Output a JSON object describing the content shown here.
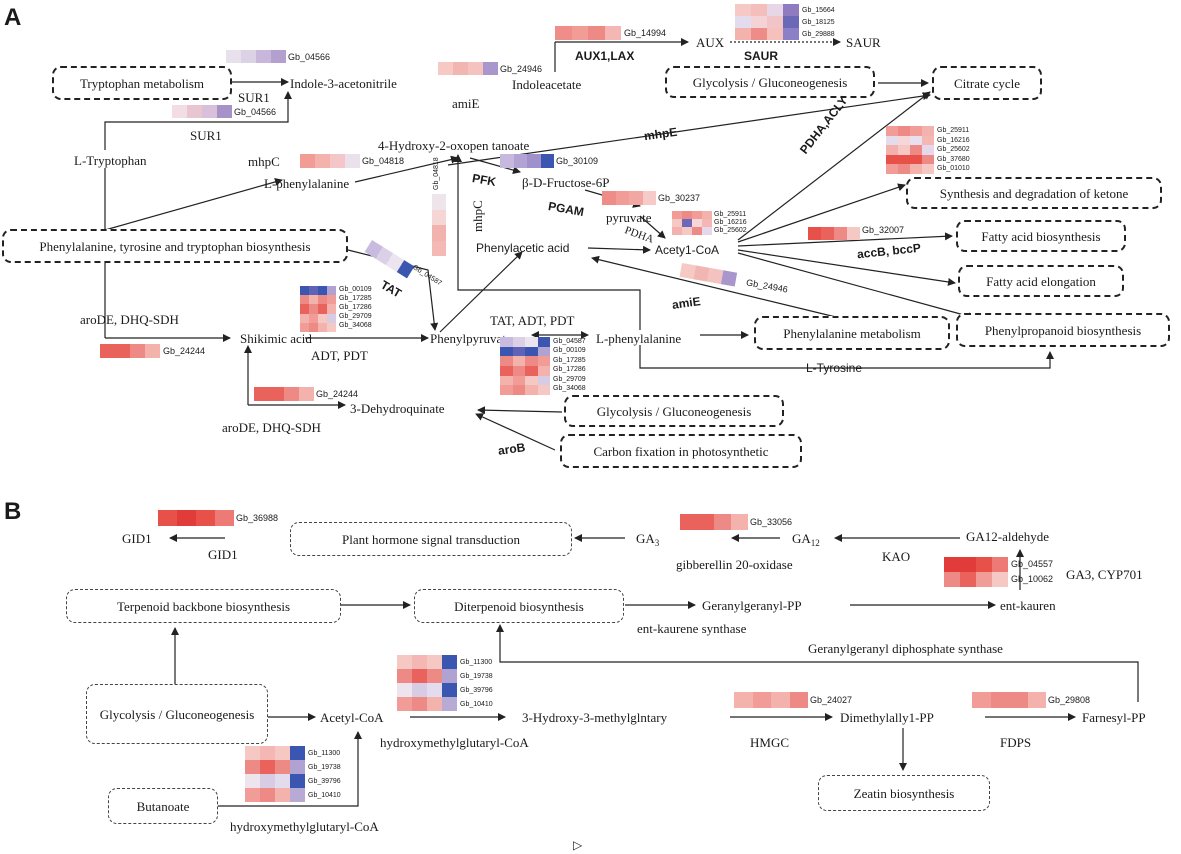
{
  "panels": {
    "a": "A",
    "b": "B"
  },
  "colors": {
    "high": "#e8504a",
    "low": "#3a56b0",
    "mid": "#f2d9e2",
    "arrow": "#222222"
  },
  "panelA": {
    "gene_tags": {
      "g04566a": "Gb_04566",
      "g04566b": "Gb_04566",
      "g24946a": "Gb_24946",
      "g14994": "Gb_14994",
      "g04818a": "Gb_04818",
      "g04818b": "Gb_04818",
      "g30109": "Gb_30109",
      "g30237": "Gb_30237",
      "g04587": "Gb_04587",
      "g24244a": "Gb_24244",
      "g24244b": "Gb_24244",
      "g32007": "Gb_32007",
      "g24946b": "Gb_24946"
    },
    "gene_lists": {
      "saur": [
        "Gb_15664",
        "Gb_18125",
        "Gb_29888"
      ],
      "pdhaAcly": [
        "Gb_25911",
        "Gb_16216",
        "Gb_25602",
        "Gb_37680",
        "Gb_01010"
      ],
      "pdha": [
        "Gb_25911",
        "Gb_16216",
        "Gb_25602"
      ],
      "tatLeft": [
        "Gb_00109",
        "Gb_17285",
        "Gb_17286",
        "Gb_29709",
        "Gb_34068"
      ],
      "tatMid": [
        "Gb_04587",
        "Gb_00109",
        "Gb_17285",
        "Gb_17286",
        "Gb_29709",
        "Gb_34068"
      ]
    },
    "labels": {
      "tryptophanMetabolism": "Tryptophan metabolism",
      "indoleAcetonitrile": "Indole-3-acetonitrile",
      "sur1a": "SUR1",
      "sur1b": "SUR1",
      "lTryptophan": "L-Tryptophan",
      "indoleacetate": "Indoleacetate",
      "amiE1": "amiE",
      "aux1lax": "AUX1,LAX",
      "aux": "AUX",
      "saurEnzyme": "SAUR",
      "saurProduct": "SAUR",
      "glycolysisTop": "Glycolysis / Gluconeogenesis",
      "citrateCycle": "Citrate cycle",
      "hydroxyOxopentanoate": "4-Hydroxy-2-oxopen tanoate",
      "mhpE": "mhpE",
      "mhpC1": "mhpC",
      "mhpC2": "mhpC",
      "lPhenylalanine1": "L-phenylalanine",
      "fructose6P": "β-D-Fructose-6P",
      "pfk": "PFK",
      "pgam": "PGAM",
      "pyruvate": "pyruvate",
      "pdhaAcly": "PDHA,ACLY",
      "pdha": "PDHA",
      "ketone": "Synthesis and degradation of ketone",
      "fattyAcidBio": "Fatty acid biosynthesis",
      "accB": "accB, bccP",
      "fattyAcidElong": "Fatty acid elongation",
      "pheTyrTrp": "Phenylalanine, tyrosine and tryptophan biosynthesis",
      "phenylacetic": "Phenylacetic acid",
      "acetylCoA": "Acety1-CoA",
      "tat": "TAT",
      "amiE2": "amiE",
      "aroDE1": "aroDE, DHQ-SDH",
      "shikimic": "Shikimic acid",
      "adtPdt": "ADT, PDT",
      "phenylpyruvate": "Phenylpyruvate",
      "tatAdtPdt": "TAT, ADT, PDT",
      "lPhenylalanine2": "L-phenylalanine",
      "pheMetabolism": "Phenylalanine metabolism",
      "phenylpropanoid": "Phenylpropanoid biosynthesis",
      "lTyrosine": "L-Tyrosine",
      "dehydroquinate": "3-Dehydroquinate",
      "aroDE2": "aroDE, DHQ-SDH",
      "glycolysisBottom": "Glycolysis / Gluconeogenesis",
      "aroB": "aroB",
      "carbonFixation": "Carbon fixation in photosynthetic"
    }
  },
  "panelB": {
    "gene_tags": {
      "g36988": "Gb_36988",
      "g33056": "Gb_33056",
      "g24027": "Gb_24027",
      "g29808": "Gb_29808"
    },
    "gene_lists": {
      "kao": [
        "Gb_04557",
        "Gb_10062"
      ],
      "hmgTop": [
        "Gb_11300",
        "Gb_19738",
        "Gb_39796",
        "Gb_10410"
      ],
      "hmgBottom": [
        "Gb_11300",
        "Gb_19738",
        "Gb_39796",
        "Gb_10410"
      ]
    },
    "labels": {
      "gid1a": "GID1",
      "gid1b": "GID1",
      "plantHormone": "Plant hormone signal transduction",
      "ga3": "GA",
      "ga3sub": "3",
      "ga12": "GA",
      "ga12sub": "12",
      "ga12aldehyde": "GA12-aldehyde",
      "gibberellin20": "gibberellin 20-oxidase",
      "kao": "KAO",
      "ga3cyp": "GA3, CYP701",
      "terpenoid": "Terpenoid backbone biosynthesis",
      "diterpenoid": "Diterpenoid biosynthesis",
      "geranylgeranylPP": "Geranylgeranyl-PP",
      "entKauren": "ent-kauren",
      "entKaureneSynthase": "ent-kaurene synthase",
      "ggdpSynthase": "Geranylgeranyl diphosphate synthase",
      "glycolysis": "Glycolysis / Gluconeogenesis",
      "acetylCoA": "Acetyl-CoA",
      "hydroxyMethylglutary": "3-Hydroxy-3-methylglntary",
      "hmgcoa1": "hydroxymethylglutaryl-CoA",
      "hmgc": "HMGC",
      "dimethylallyl": "Dimethylally1-PP",
      "fdps": "FDPS",
      "farnesyl": "Farnesyl-PP",
      "zeatin": "Zeatin biosynthesis",
      "butanoate": "Butanoate",
      "hmgcoa2": "hydroxymethylglutaryl-CoA"
    }
  },
  "footer_glyph": "▷"
}
